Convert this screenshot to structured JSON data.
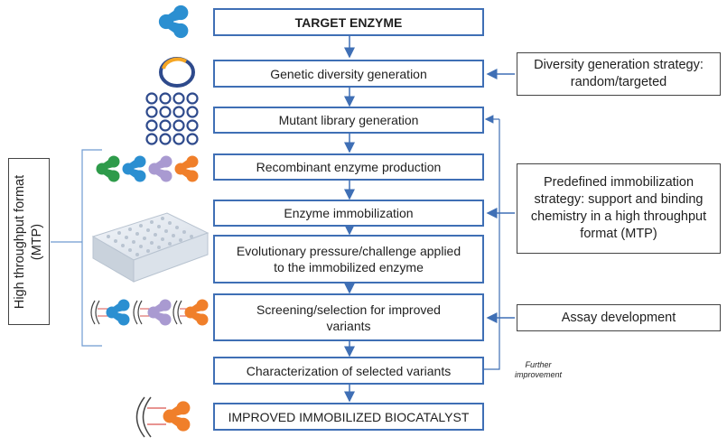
{
  "steps": [
    "TARGET ENZYME",
    "Genetic diversity generation",
    "Mutant library generation",
    "Recombinant enzyme production",
    "Enzyme immobilization",
    "Evolutionary pressure/challenge applied to the immobilized enzyme",
    "Screening/selection for improved variants",
    "Characterization of selected variants",
    "IMPROVED IMMOBILIZED BIOCATALYST"
  ],
  "side_boxes": {
    "diversity": "Diversity generation strategy: random/targeted",
    "immobilization": "Predefined immobilization strategy: support and binding chemistry in a high throughput format (MTP)",
    "assay": "Assay development"
  },
  "high_throughput_label": "High throughput format (MTP)",
  "feedback_note": "Further improvement",
  "colors": {
    "box_border": "#3f6fb5",
    "arrow": "#3f6fb5",
    "enzyme_blue": "#2b8fd1",
    "enzyme_green": "#2e9b4a",
    "enzyme_lavender": "#a99ad1",
    "enzyme_orange": "#f07f2a",
    "plasmid_ring": "#2e4a8c",
    "plasmid_insert": "#f5a623"
  },
  "icons": [
    "enzyme-blue-icon",
    "plasmid-icon",
    "plasmid-library-icon",
    "enzyme-variants-icon",
    "microtiter-plate-icon",
    "immobilized-enzymes-icon",
    "immobilized-biocatalyst-icon"
  ]
}
